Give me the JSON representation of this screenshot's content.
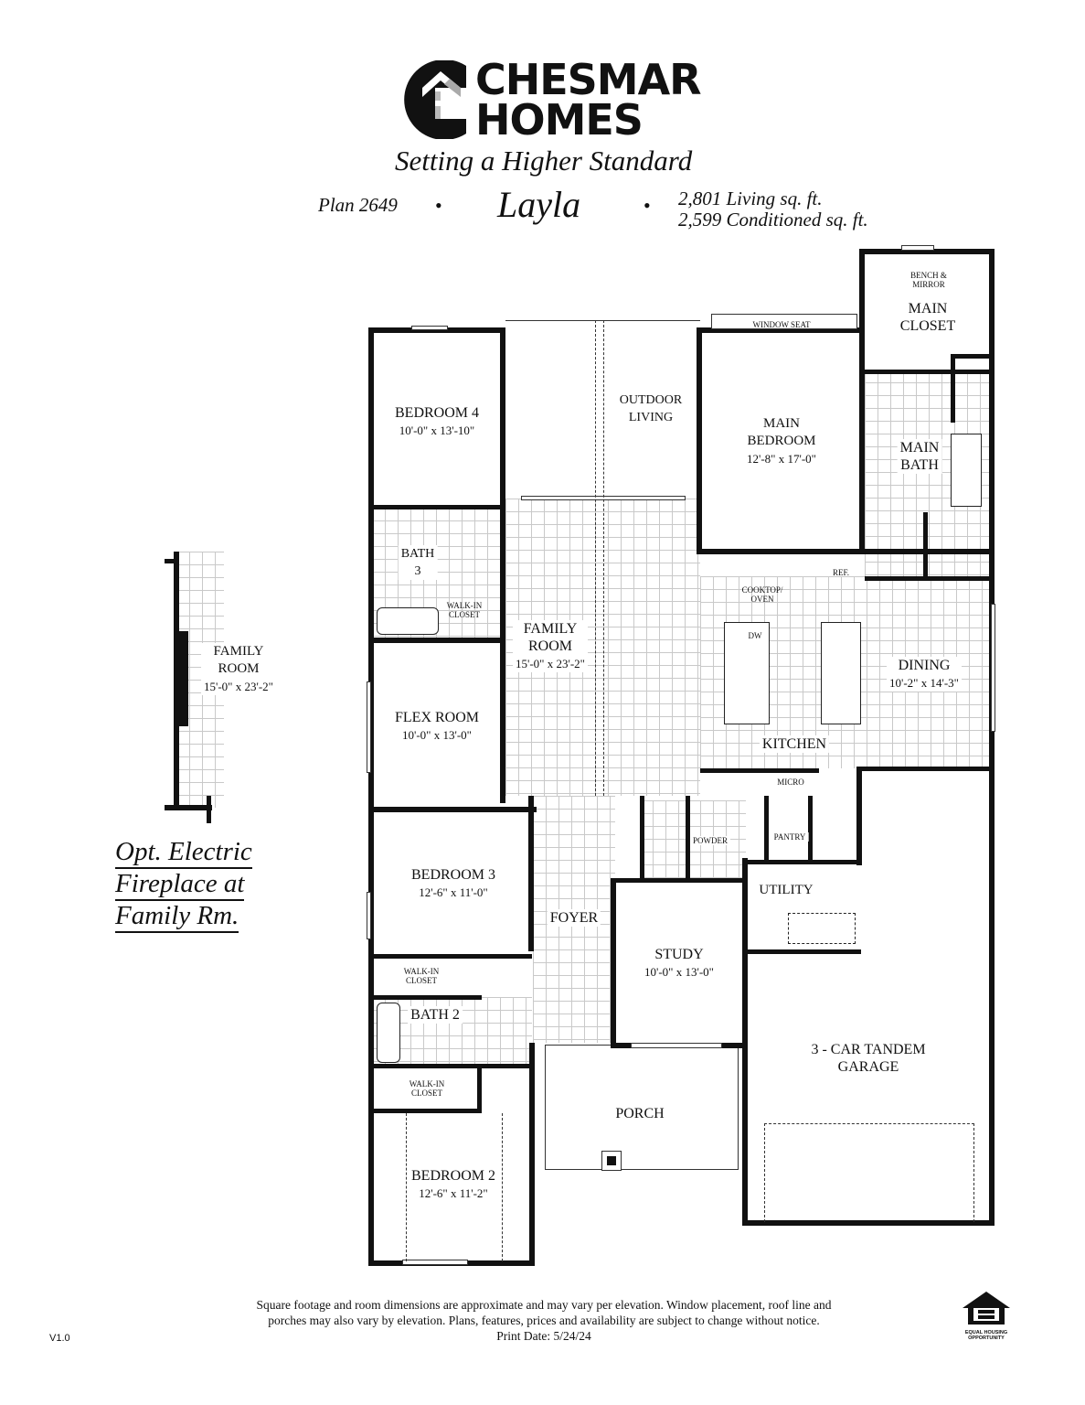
{
  "header": {
    "brand_line1": "CHESMAR",
    "brand_line2": "HOMES",
    "tagline": "Setting a Higher Standard",
    "plan_number": "Plan 2649",
    "plan_name": "Layla",
    "living_sqft": "2,801 Living sq. ft.",
    "conditioned_sqft": "2,599 Conditioned sq. ft.",
    "separator": "•"
  },
  "rooms": {
    "bedroom4": {
      "name": "BEDROOM 4",
      "dim": "10'-0\" x 13'-10\""
    },
    "outdoor_living": {
      "name_l1": "OUTDOOR",
      "name_l2": "LIVING"
    },
    "main_bedroom": {
      "name_l1": "MAIN",
      "name_l2": "BEDROOM",
      "dim": "12'-8\" x 17'-0\""
    },
    "window_seat": "WINDOW SEAT",
    "main_closet": {
      "name_l1": "MAIN",
      "name_l2": "CLOSET"
    },
    "bench_mirror": {
      "l1": "BENCH &",
      "l2": "MIRROR"
    },
    "main_bath": {
      "name_l1": "MAIN",
      "name_l2": "BATH"
    },
    "bath3": {
      "name_l1": "BATH",
      "name_l2": "3"
    },
    "walkin_closet": {
      "l1": "WALK-IN",
      "l2": "CLOSET"
    },
    "family_room": {
      "name_l1": "FAMILY",
      "name_l2": "ROOM",
      "dim": "15'-0\" x 23'-2\""
    },
    "cooktop": {
      "l1": "COOKTOP/",
      "l2": "OVEN"
    },
    "ref": "REF.",
    "dw": "DW",
    "dining": {
      "name": "DINING",
      "dim": "10'-2\" x 14'-3\""
    },
    "kitchen": "KITCHEN",
    "micro": "MICRO",
    "flex_room": {
      "name": "FLEX ROOM",
      "dim": "10'-0\" x 13'-0\""
    },
    "powder": "POWDER",
    "pantry": "PANTRY",
    "utility": "UTILITY",
    "bedroom3": {
      "name": "BEDROOM 3",
      "dim": "12'-6\" x 11'-0\""
    },
    "foyer": "FOYER",
    "study": {
      "name": "STUDY",
      "dim": "10'-0\" x 13'-0\""
    },
    "bath2": "BATH 2",
    "garage": {
      "name_l1": "3 - CAR TANDEM",
      "name_l2": "GARAGE"
    },
    "porch": "PORCH",
    "bedroom2": {
      "name": "BEDROOM 2",
      "dim": "12'-6\" x 11'-2\""
    }
  },
  "option": {
    "family_room": {
      "name_l1": "FAMILY",
      "name_l2": "ROOM",
      "dim": "15'-0\" x 23'-2\""
    },
    "title_l1": "Opt. Electric",
    "title_l2": "Fireplace at",
    "title_l3": "Family Rm."
  },
  "footer": {
    "disclaimer_l1": "Square footage and room dimensions are approximate and may vary per elevation. Window placement, roof line and",
    "disclaimer_l2": "porches may also vary by elevation. Plans, features, prices and availability are subject to change without notice.",
    "print_date": "Print Date: 5/24/24",
    "version": "V1.0",
    "eho_l1": "EQUAL HOUSING",
    "eho_l2": "OPPORTUNITY"
  },
  "icons": {
    "logo": "chesmar-house-c-logo",
    "eho": "equal-housing-house-icon"
  }
}
